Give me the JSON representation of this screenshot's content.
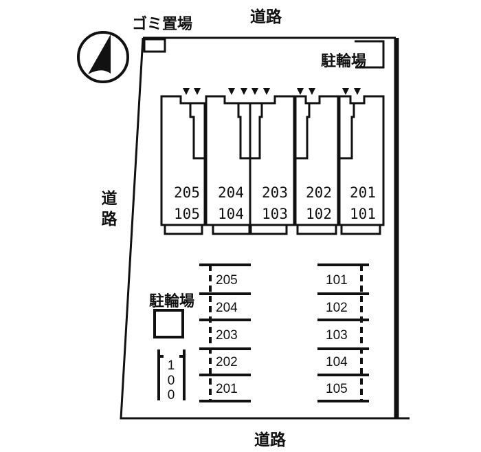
{
  "labels": {
    "road_top": "道路",
    "road_left": [
      "道",
      "路"
    ],
    "road_bottom": "道路",
    "garbage": "ゴミ置場",
    "bike_top": "駐輪場",
    "bike_left": "駐輪場",
    "motorbike": [
      "1",
      "0",
      "0"
    ]
  },
  "units": [
    {
      "upper": "205",
      "lower": "105"
    },
    {
      "upper": "204",
      "lower": "104"
    },
    {
      "upper": "203",
      "lower": "103"
    },
    {
      "upper": "202",
      "lower": "102"
    },
    {
      "upper": "201",
      "lower": "101"
    }
  ],
  "parking_left": [
    "205",
    "204",
    "203",
    "202",
    "201"
  ],
  "parking_right": [
    "101",
    "102",
    "103",
    "104",
    "105"
  ],
  "colors": {
    "ink": "#111111",
    "background": "#ffffff"
  }
}
